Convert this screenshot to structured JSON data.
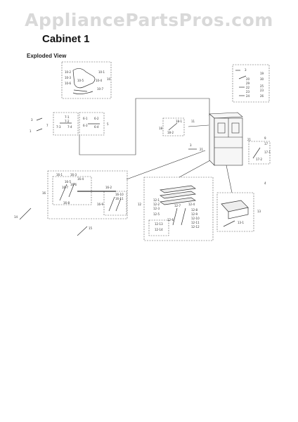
{
  "watermark": "AppliancePartsPros.com",
  "title": "Cabinet 1",
  "subtitle": "Exploded View",
  "colors": {
    "line": "#333333",
    "dash": "#555555",
    "watermark": "#d9d9d9"
  },
  "callouts": {
    "top_group": [
      "10-2",
      "10-1",
      "10-3",
      "10-4",
      "10-6",
      "10-5",
      "10-7",
      "10"
    ],
    "right_group": [
      "3",
      "19",
      "20",
      "30",
      "29",
      "22",
      "25",
      "23",
      "23",
      "24",
      "26"
    ],
    "left_group": [
      "3",
      "7",
      "7-1",
      "7-2",
      "7-3",
      "7-4",
      "1",
      "6-1",
      "6-2",
      "6-3",
      "6-4",
      "5"
    ],
    "center_group": [
      "18",
      "18-2",
      "18-1",
      "11",
      "3",
      "21",
      "9",
      "21",
      "17",
      "17-1",
      "17-2",
      "4"
    ],
    "shelf_group": [
      "16",
      "16-1",
      "16-2",
      "16-3",
      "16-4",
      "16-5",
      "16-6",
      "16-7",
      "16-8",
      "16-9",
      "16-10",
      "16-11",
      "14",
      "15"
    ],
    "middle_group": [
      "12",
      "12-1",
      "12-2",
      "12-3",
      "12-4",
      "12-5",
      "12-6",
      "12-7",
      "12-8",
      "12-9",
      "12-10",
      "12-11",
      "12-12",
      "12-13",
      "12-14"
    ],
    "drawer_group": [
      "13",
      "13-1"
    ]
  }
}
